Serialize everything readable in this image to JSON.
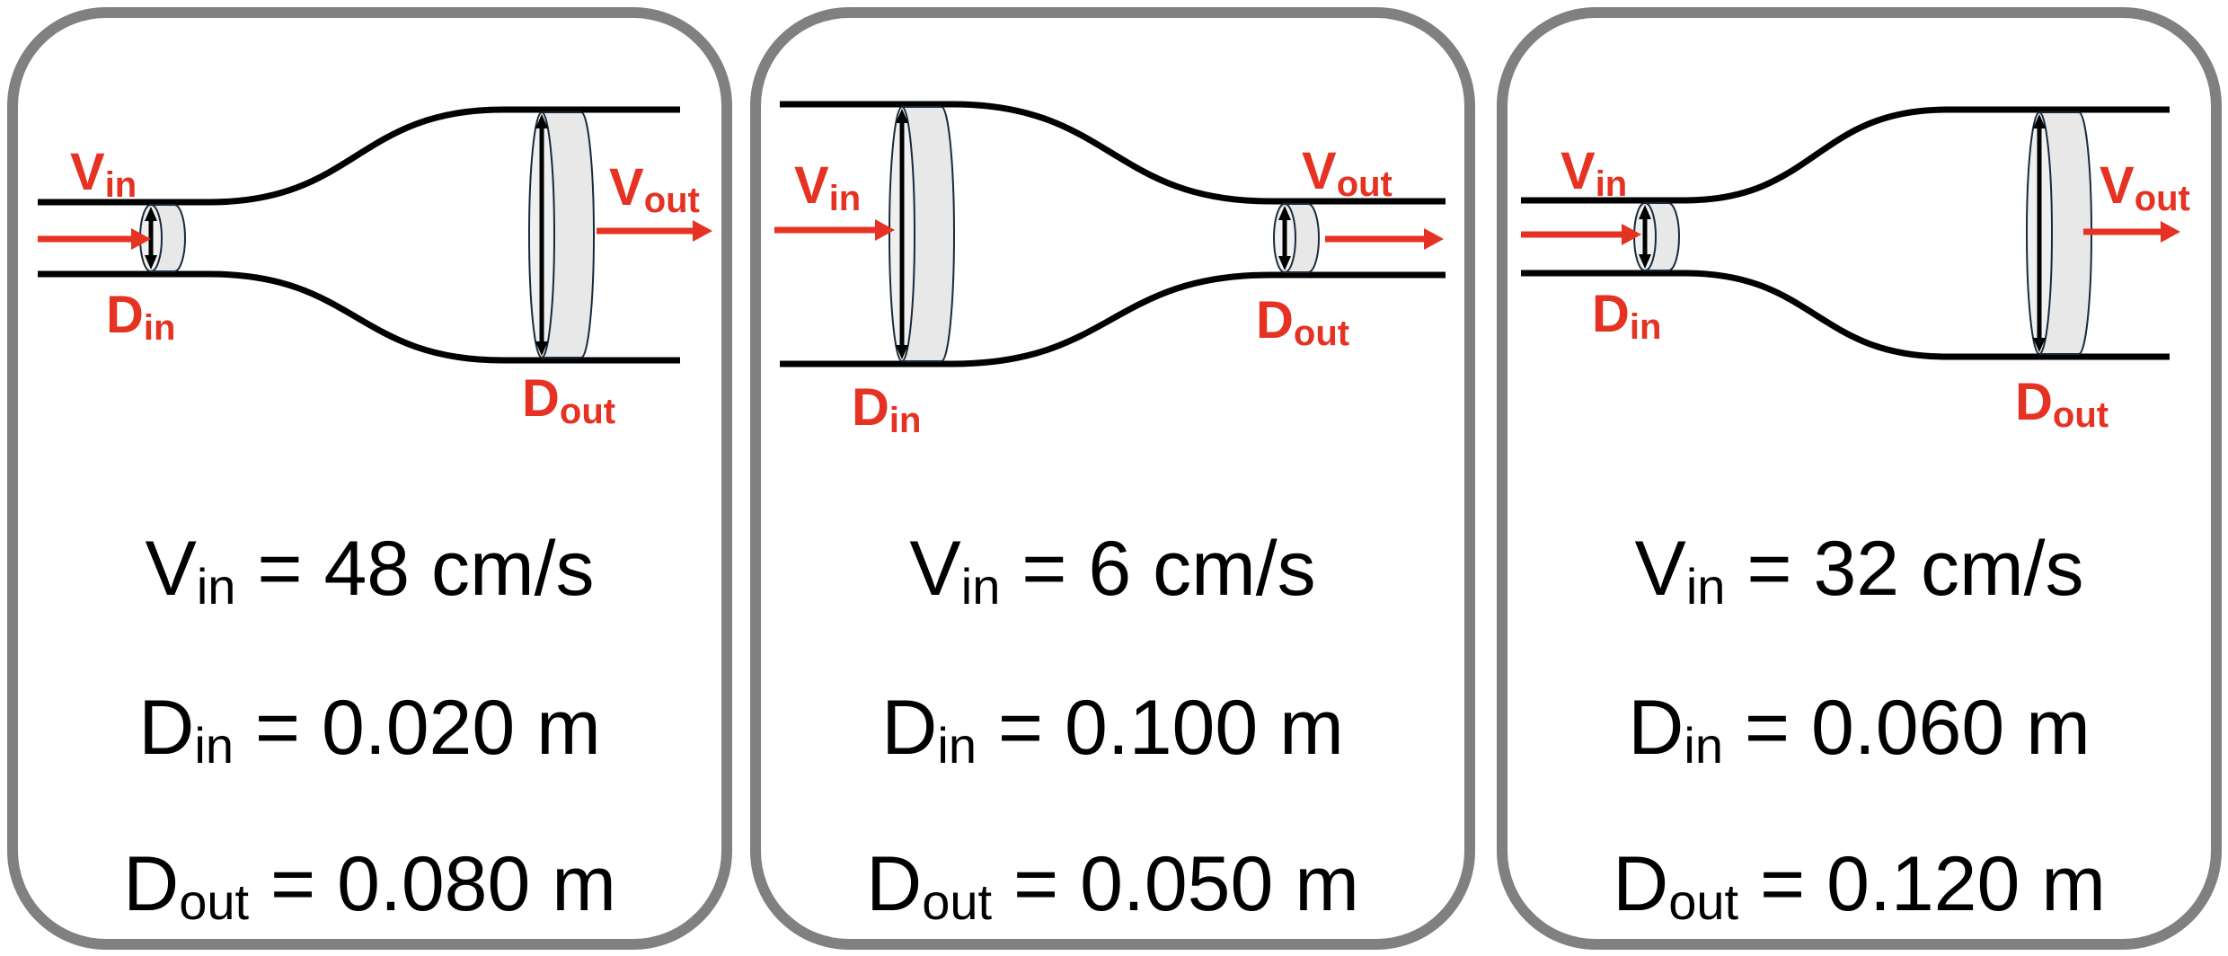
{
  "colors": {
    "accent": "#e53222",
    "border": "#808080",
    "pipe": "#000000",
    "disc": "#e8e8e8"
  },
  "labels": {
    "v": "V",
    "d": "D",
    "in": "in",
    "out": "out",
    "eq": " = "
  },
  "panels": [
    {
      "vin": "48 cm/s",
      "din": "0.020 m",
      "dout": "0.080 m"
    },
    {
      "vin": "6 cm/s",
      "din": "0.100 m",
      "dout": "0.050 m"
    },
    {
      "vin": "32 cm/s",
      "din": "0.060 m",
      "dout": "0.120 m"
    }
  ]
}
